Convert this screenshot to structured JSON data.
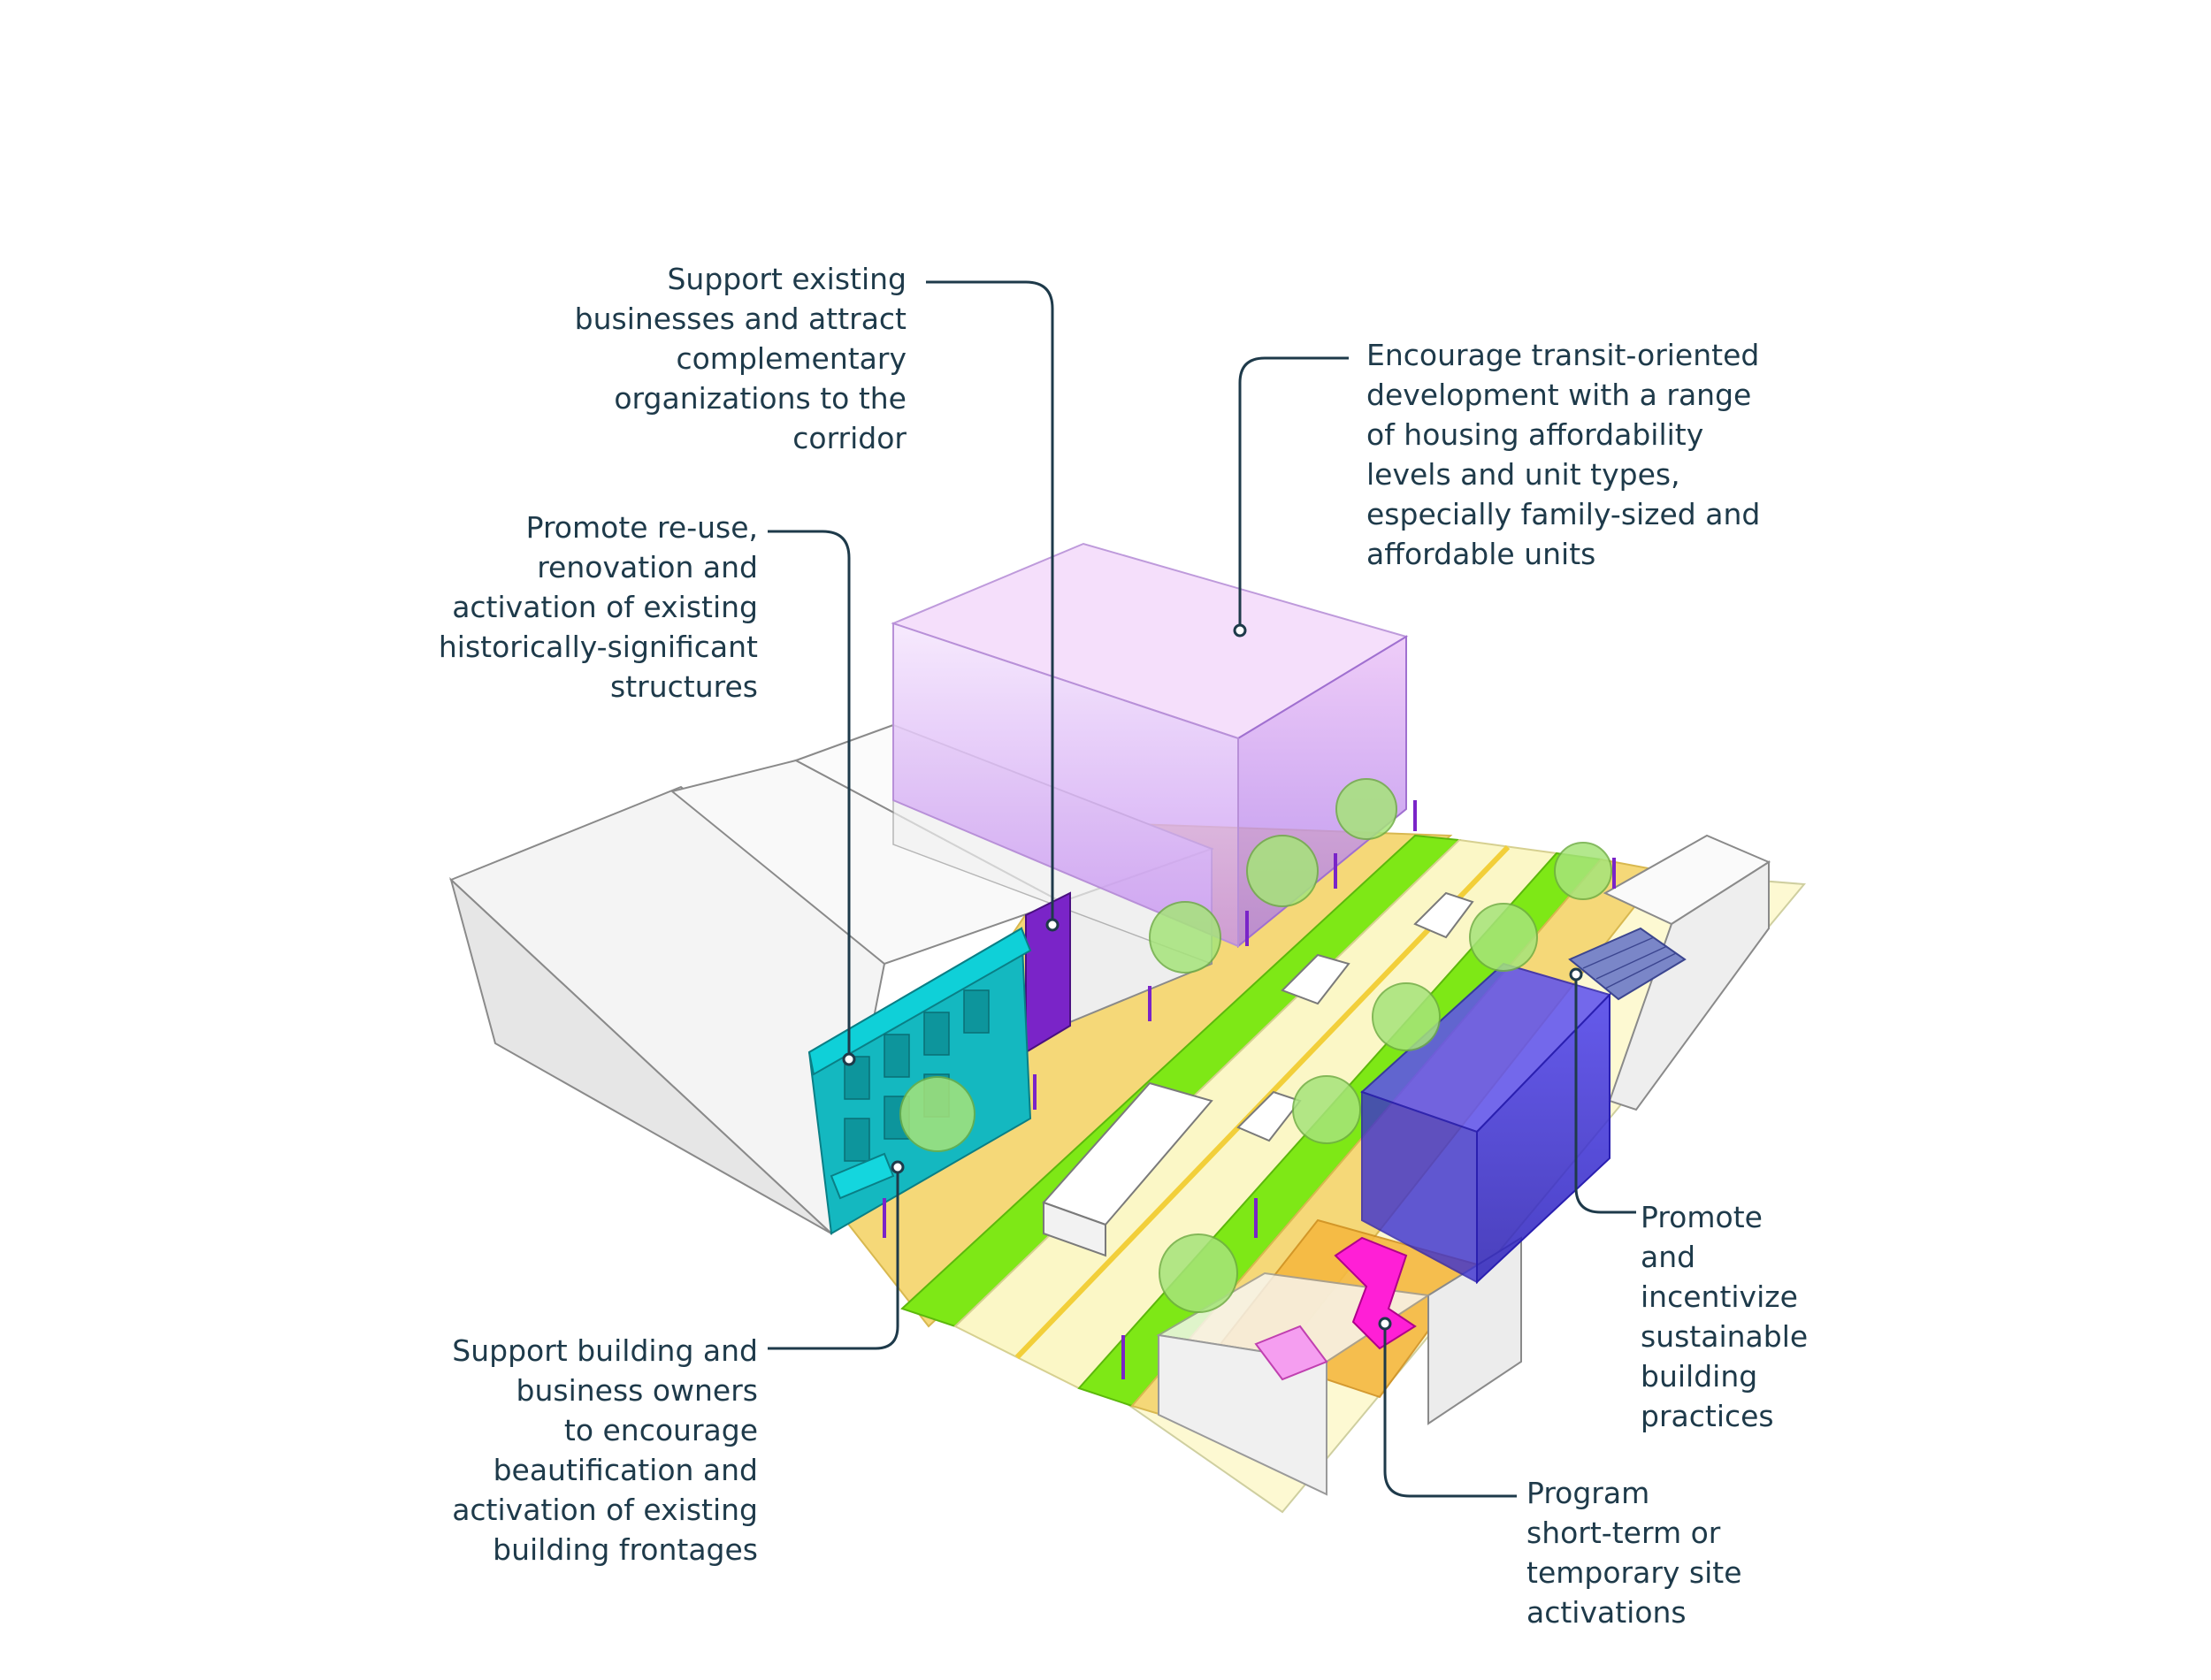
{
  "annotations": {
    "support_businesses": "Support existing\nbusinesses and attract\ncomplementary\norganizations to the\ncorridor",
    "promote_reuse": "Promote re-use,\nrenovation and\nactivation of existing\nhistorically-significant\nstructures",
    "transit_oriented": "Encourage transit-oriented\ndevelopment with a range\nof housing affordability\nlevels and unit types,\nespecially family-sized and\naffordable units",
    "support_owners": "Support building and\nbusiness owners\nto encourage\nbeautification and\nactivation of existing\nbuilding frontages",
    "sustainable": "Promote\nand\nincentivize\nsustainable\nbuilding\npractices",
    "program_activations": "Program\nshort-term or\ntemporary site\nactivations"
  },
  "colors": {
    "leader_line": "#1e3a4a",
    "text": "#1e3a4a",
    "historic_building": "#14b8c0",
    "transit_volume": "#c77cf0",
    "sustainable_volume": "#3a2fd0",
    "bike_lane": "#7ee816",
    "sidewalk": "#f5d878",
    "road": "#fbf7c6",
    "activation": "#ff1fd6",
    "business_accent": "#7a24c8"
  }
}
